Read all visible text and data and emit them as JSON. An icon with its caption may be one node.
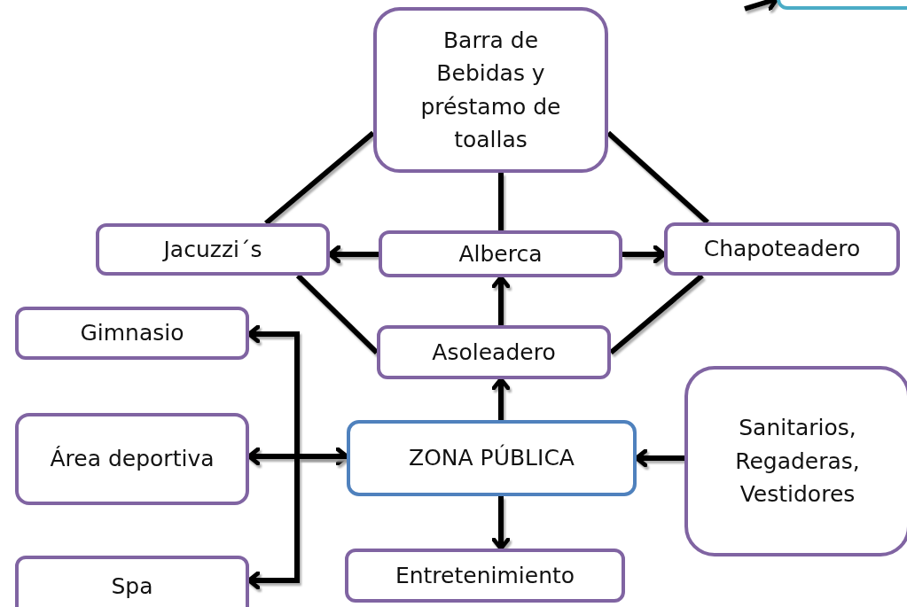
{
  "diagram": {
    "nodes": [
      {
        "text": [
          "Barra de Bebidas y préstamo de toallas"
        ]
      },
      {
        "text": [
          "Jacuzzi´s"
        ]
      },
      {
        "text": [
          "Alberca"
        ]
      },
      {
        "text": [
          "Chapoteadero"
        ]
      },
      {
        "text": [
          "Gimnasio"
        ]
      },
      {
        "text": [
          "Asoleadero"
        ]
      },
      {
        "text": [
          "Área deportiva"
        ]
      },
      {
        "text": [
          "ZONA PÚBLICA"
        ]
      },
      {
        "text": [
          "Sanitarios, Regaderas, Vestidores"
        ]
      },
      {
        "text": [
          "Spa"
        ]
      },
      {
        "text": [
          "Entretenimiento"
        ]
      },
      {
        "text": [],
        "shape": "box"
      }
    ],
    "edges": [
      {
        "from": 0,
        "to": 1,
        "arrow": "none"
      },
      {
        "from": 0,
        "to": 3,
        "arrow": "none"
      },
      {
        "from": 0,
        "to": 2,
        "arrow": "none"
      },
      {
        "from": 2,
        "to": 1,
        "arrow": "to"
      },
      {
        "from": 2,
        "to": 3,
        "arrow": "to"
      },
      {
        "from": 1,
        "to": 5,
        "arrow": "none"
      },
      {
        "from": 3,
        "to": 5,
        "arrow": "none"
      },
      {
        "from": 5,
        "to": 2,
        "arrow": "to"
      },
      {
        "from": 7,
        "to": 5,
        "arrow": "to"
      },
      {
        "from": 7,
        "to": 6,
        "arrow": "both"
      },
      {
        "from": 7,
        "to": 4,
        "arrow": "to"
      },
      {
        "from": 7,
        "to": 9,
        "arrow": "to"
      },
      {
        "from": 8,
        "to": 7,
        "arrow": "to"
      },
      {
        "from": 7,
        "to": 10,
        "arrow": "to"
      },
      {
        "from": null,
        "to": 11,
        "arrow": "to"
      }
    ]
  }
}
